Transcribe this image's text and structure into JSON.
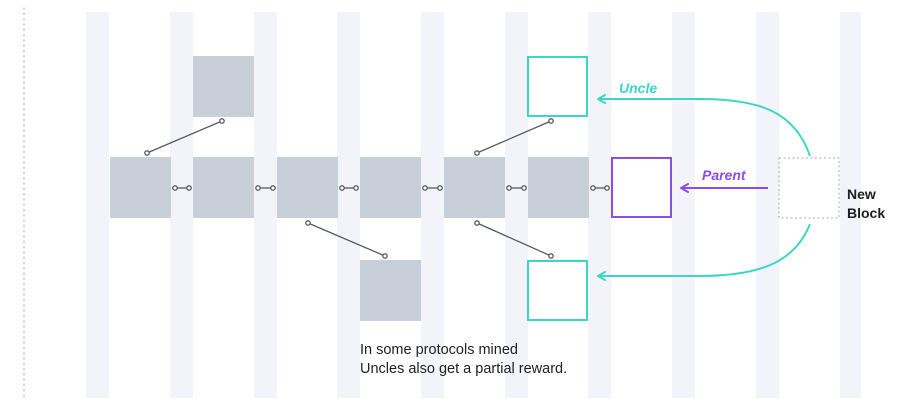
{
  "labels": {
    "uncle": "Uncle",
    "parent": "Parent",
    "new_block_line1": "New",
    "new_block_line2": "Block"
  },
  "caption": {
    "line1": "In some protocols mined",
    "line2": "Uncles also get a partial reward."
  },
  "colors": {
    "background": "#ffffff",
    "column_stripe": "#f2f4f9",
    "block_fill": "#c8cfd9",
    "connector": "#555a63",
    "uncle_accent": "#3dd6c6",
    "parent_accent": "#8a4fe0",
    "new_block_border": "#b7bcc4",
    "text_dark": "#1e1e24",
    "dotted_border": "#b9bec6"
  }
}
